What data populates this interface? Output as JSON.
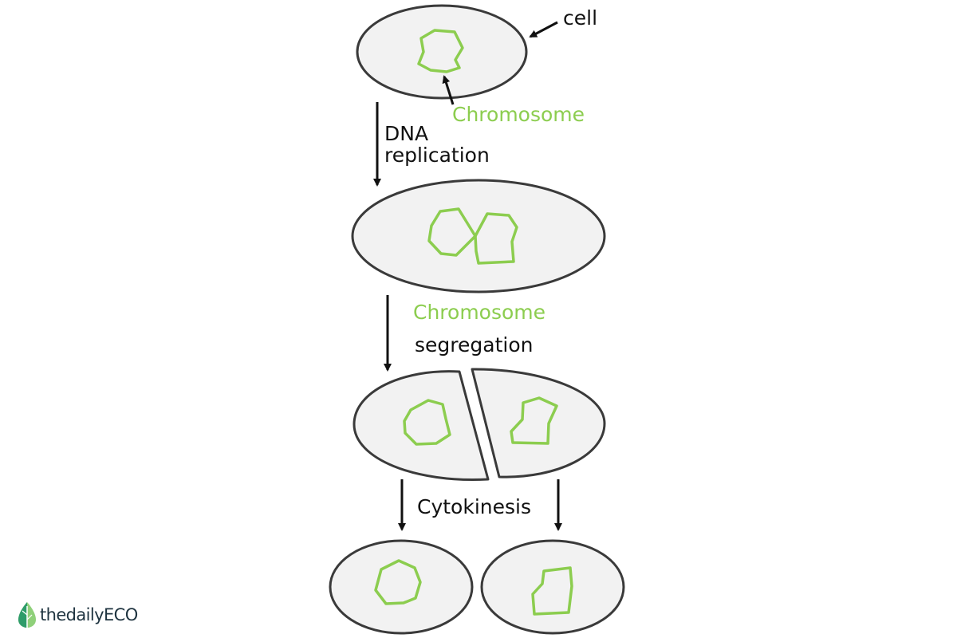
{
  "labels": {
    "cell": "cell",
    "chromosome_top": "Chromosome",
    "dna_replication_line1": "DNA",
    "dna_replication_line2": "replication",
    "chromosome_segregation_line1": "Chromosome",
    "chromosome_segregation_line2": "segregation",
    "cytokinesis": "Cytokinesis"
  },
  "logo": {
    "text": "thedailyECO"
  },
  "colors": {
    "cell_fill": "#f2f2f2",
    "cell_stroke": "#3a3a3a",
    "chromosome": "#8ccd4f",
    "text": "#111111",
    "logo_leaf_dark": "#2e9c6a",
    "logo_leaf_light": "#8fd07a",
    "logo_text": "#1f3440"
  }
}
